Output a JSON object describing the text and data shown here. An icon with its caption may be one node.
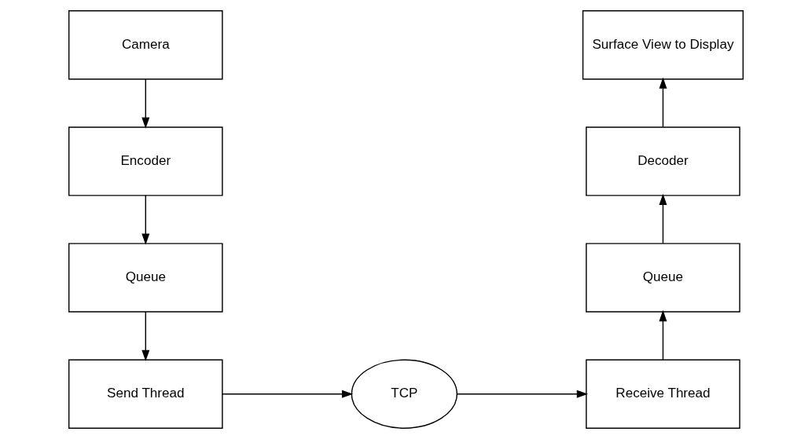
{
  "diagram": {
    "nodes": [
      {
        "text": [
          "Camera"
        ]
      },
      {
        "text": [
          "Encoder"
        ]
      },
      {
        "text": [
          "Queue"
        ]
      },
      {
        "text": [
          "Send Thread"
        ]
      },
      {
        "text": [
          "TCP"
        ]
      },
      {
        "text": [
          "Receive Thread"
        ]
      },
      {
        "text": [
          "Queue"
        ]
      },
      {
        "text": [
          "Decoder"
        ]
      },
      {
        "text": [
          "Surface View to Display"
        ]
      }
    ],
    "edges": [
      {
        "from": 0,
        "to": 1,
        "arrow": "to"
      },
      {
        "from": 1,
        "to": 2,
        "arrow": "to"
      },
      {
        "from": 2,
        "to": 3,
        "arrow": "to"
      },
      {
        "from": 3,
        "to": 4,
        "arrow": "to"
      },
      {
        "from": 4,
        "to": 5,
        "arrow": "to"
      },
      {
        "from": 5,
        "to": 6,
        "arrow": "to"
      },
      {
        "from": 6,
        "to": 7,
        "arrow": "to"
      },
      {
        "from": 7,
        "to": 8,
        "arrow": "to"
      }
    ]
  }
}
